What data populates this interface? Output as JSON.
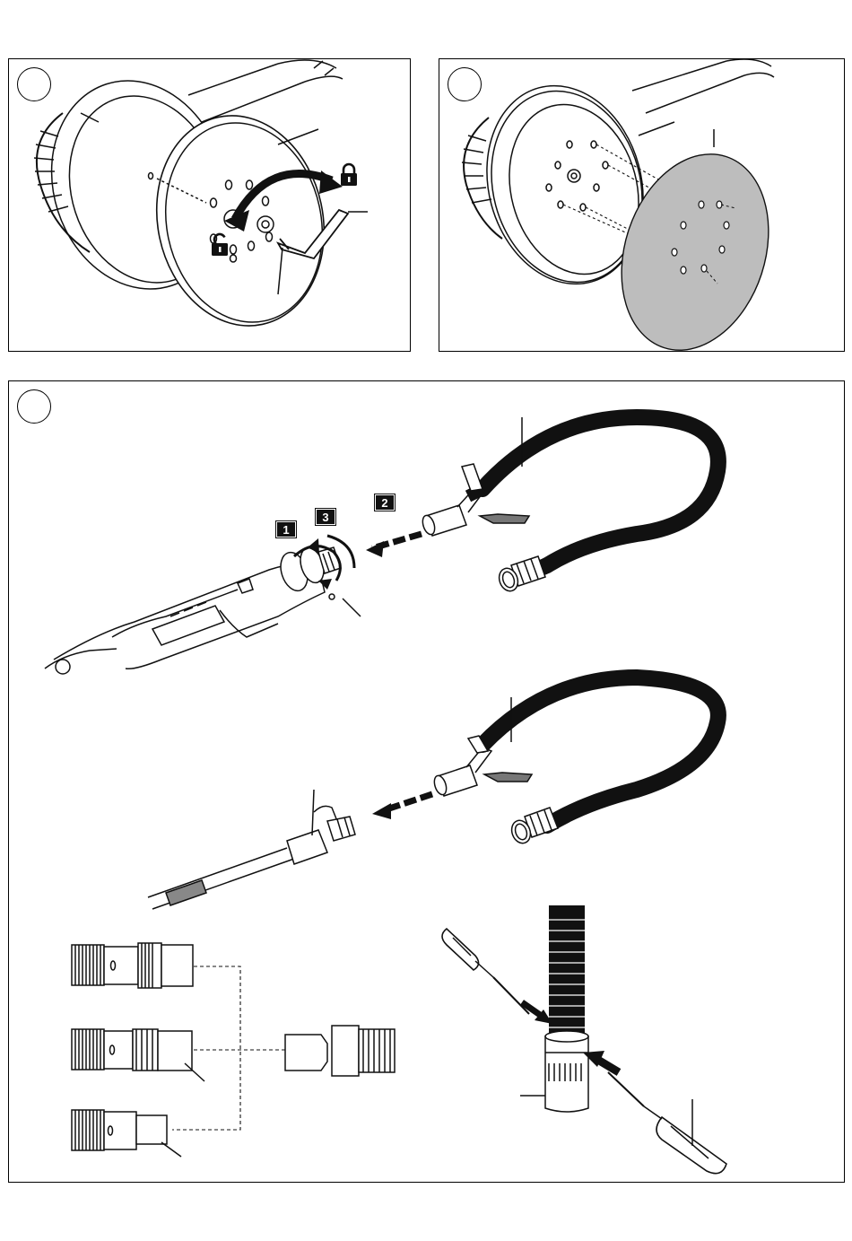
{
  "step_badges": {
    "first": "1",
    "second": "2",
    "third": "3"
  },
  "icons": {
    "lock_closed": "lock-closed-icon",
    "lock_open": "lock-open-icon",
    "arrow_rotate": "rotate-arrow-icon",
    "arrow_insert": "insert-arrow-icon",
    "screwdriver": "screwdriver-icon"
  },
  "colors": {
    "line": "#111111",
    "hose": "#111111",
    "sanding_disc": "#bdbdbd",
    "badge": "#111111"
  }
}
